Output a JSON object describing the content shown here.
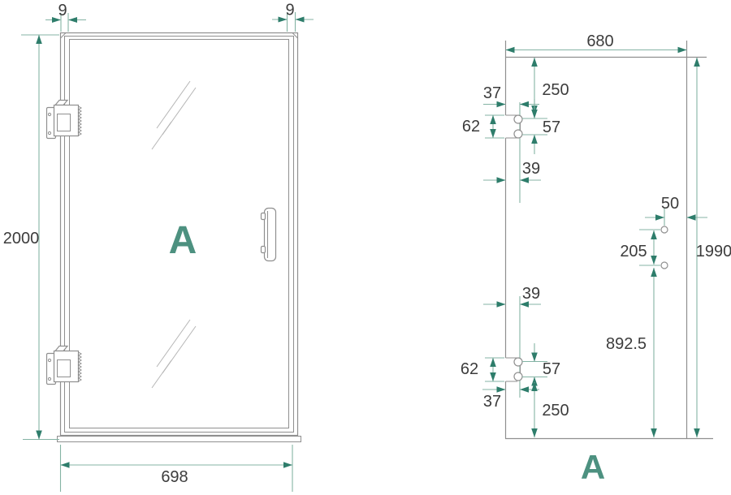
{
  "colors": {
    "dim_line": "#84b3a4",
    "arrow": "#2e7d6b",
    "outline": "#8f8f8f",
    "outline_light": "#b5b5b5",
    "label": "#3c3c3c",
    "panel_letter": "#4d9180"
  },
  "left_view": {
    "label": "A",
    "dims": {
      "top_left": "9",
      "top_right": "9",
      "height": "2000",
      "width": "698"
    }
  },
  "right_view": {
    "label": "A",
    "dims": {
      "width": "680",
      "height": "1990",
      "top_to_hinge": "250",
      "hinge_top_inset": "37",
      "hinge_top_height": "62",
      "hinge_top_holes": "57",
      "hinge_top_center": "39",
      "handle_edge": "50",
      "handle_holes": "205",
      "handle_to_bottom": "892.5",
      "hinge_bottom_center": "39",
      "hinge_bottom_height": "62",
      "hinge_bottom_holes": "57",
      "hinge_bottom_inset": "37",
      "bottom_to_hinge": "250"
    }
  }
}
